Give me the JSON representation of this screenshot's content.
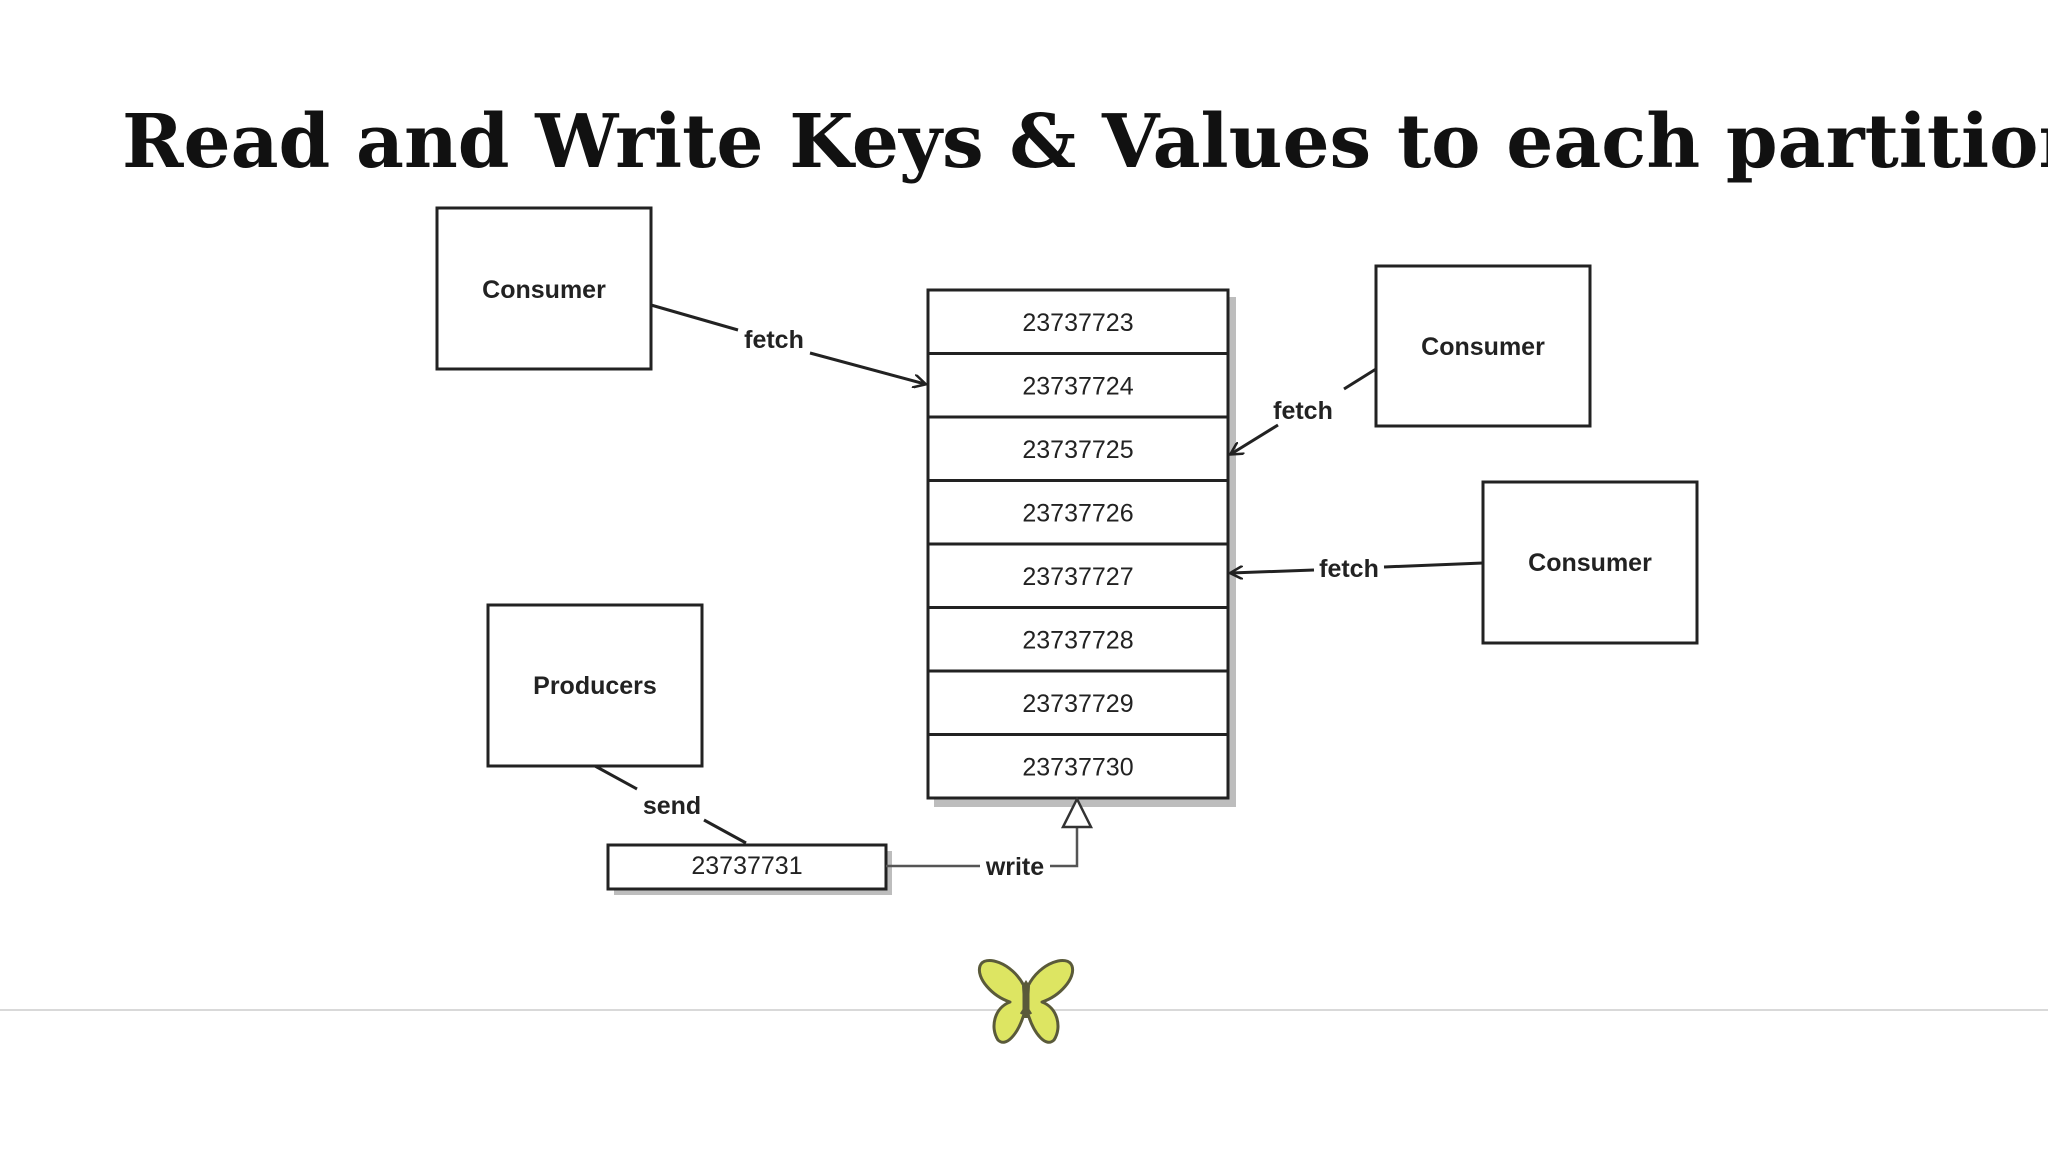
{
  "title": "Read and Write Keys & Values to each partition",
  "diagram": {
    "consumer_left": {
      "label": "Consumer",
      "edge_label": "fetch"
    },
    "consumer_top_right": {
      "label": "Consumer",
      "edge_label": "fetch"
    },
    "consumer_mid_right": {
      "label": "Consumer",
      "edge_label": "fetch"
    },
    "producers": {
      "label": "Producers",
      "edge_label": "send"
    },
    "partition_offsets": [
      "23737723",
      "23737724",
      "23737725",
      "23737726",
      "23737727",
      "23737728",
      "23737729",
      "23737730"
    ],
    "new_message": {
      "offset": "23737731",
      "edge_label": "write"
    }
  },
  "colors": {
    "stroke": "#222222",
    "shadow": "#bdbdbd",
    "divider": "#d9d9d9",
    "logo_fill": "#dde562",
    "logo_stroke": "#5a5a3a"
  },
  "logo": {
    "icon": "butterfly-icon"
  }
}
